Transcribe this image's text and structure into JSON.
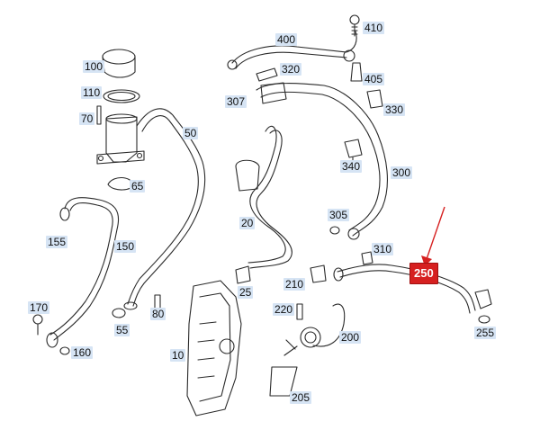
{
  "labels": {
    "p400": "400",
    "p410": "410",
    "p320": "320",
    "p405": "405",
    "p307": "307",
    "p330": "330",
    "p340": "340",
    "p300": "300",
    "p100": "100",
    "p110": "110",
    "p70": "70",
    "p50": "50",
    "p65": "65",
    "p20": "20",
    "p305": "305",
    "p310": "310",
    "p155": "155",
    "p150": "150",
    "p250": "250",
    "p210": "210",
    "p25": "25",
    "p220": "220",
    "p170": "170",
    "p80": "80",
    "p55": "55",
    "p200": "200",
    "p255": "255",
    "p160": "160",
    "p10": "10",
    "p205": "205"
  },
  "colors": {
    "highlight": "#d62020",
    "label_bg": "#d6e4f4",
    "line": "#2a2a2a"
  }
}
